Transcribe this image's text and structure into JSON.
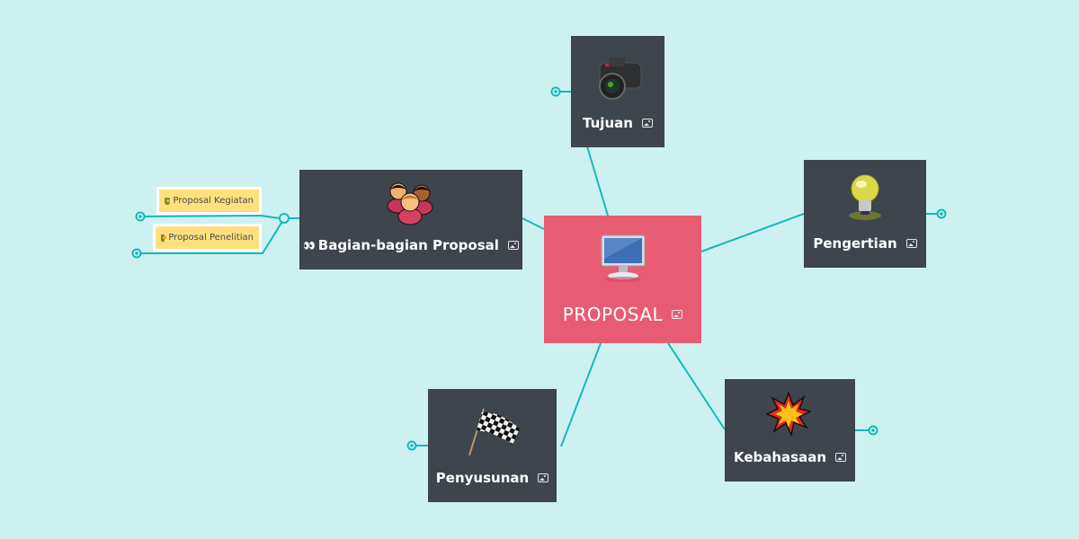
{
  "mindmap": {
    "central": {
      "label": "PROPOSAL",
      "icon": "monitor-icon",
      "color": "#e85c73"
    },
    "branch_color": "#17b8b8",
    "node_color": "#3e454d",
    "background": "#cdf1f1",
    "topics": [
      {
        "id": "tujuan",
        "label": "Tujuan",
        "icon": "camera-icon"
      },
      {
        "id": "pengertian",
        "label": "Pengertian",
        "icon": "lightbulb-icon"
      },
      {
        "id": "bagian",
        "label": "Bagian-bagian Proposal",
        "prefix_icon": "eyes-icon",
        "prefix": "👀",
        "icon": "people-icon",
        "subtopics": [
          {
            "label": "Proposal Kegiatan",
            "icon": "award-icon"
          },
          {
            "label": "Proposal Penelitian",
            "icon": "award-icon"
          }
        ]
      },
      {
        "id": "kebahasaan",
        "label": "Kebahasaan",
        "icon": "explosion-icon"
      },
      {
        "id": "penyusunan",
        "label": "Penyusunan",
        "icon": "checkered-flag-icon"
      }
    ]
  }
}
